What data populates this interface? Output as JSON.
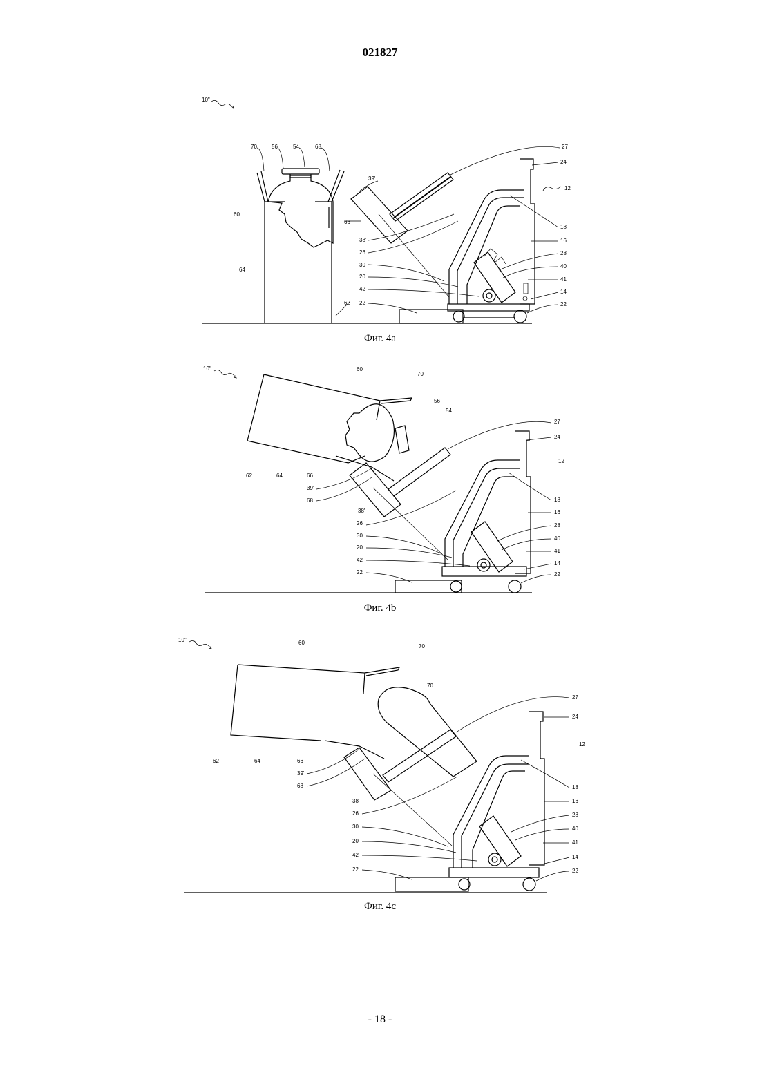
{
  "header": {
    "doc_number": "021827"
  },
  "figures": [
    {
      "caption": "Фиг. 4a",
      "labels": {
        "l10": "10\"",
        "l70": "70",
        "l56": "56",
        "l54": "54",
        "l68": "68",
        "l60": "60",
        "l66": "66",
        "l64": "64",
        "l62": "62",
        "l39": "39'",
        "l38": "38'",
        "l26": "26",
        "l30": "30",
        "l20": "20",
        "l42": "42",
        "l22a": "22",
        "l27": "27",
        "l24": "24",
        "l12": "12",
        "l18": "18",
        "l16": "16",
        "l28": "28",
        "l40": "40",
        "l41": "41",
        "l14": "14",
        "l22b": "22"
      }
    },
    {
      "caption": "Фиг. 4b",
      "labels": {
        "l10": "10\"",
        "l60": "60",
        "l70": "70",
        "l56": "56",
        "l54": "54",
        "l62": "62",
        "l64": "64",
        "l66": "66",
        "l39": "39'",
        "l68": "68",
        "l38": "38'",
        "l26": "26",
        "l30": "30",
        "l20": "20",
        "l42": "42",
        "l22a": "22",
        "l27": "27",
        "l24": "24",
        "l12": "12",
        "l18": "18",
        "l16": "16",
        "l28": "28",
        "l40": "40",
        "l41": "41",
        "l14": "14",
        "l22b": "22"
      }
    },
    {
      "caption": "Фиг. 4c",
      "labels": {
        "l10": "10\"",
        "l60": "60",
        "l70a": "70",
        "l70b": "70",
        "l62": "62",
        "l64": "64",
        "l66": "66",
        "l39": "39'",
        "l68": "68",
        "l38": "38'",
        "l26": "26",
        "l30": "30",
        "l20": "20",
        "l42": "42",
        "l22a": "22",
        "l27": "27",
        "l24": "24",
        "l12": "12",
        "l18": "18",
        "l16": "16",
        "l28": "28",
        "l40": "40",
        "l41": "41",
        "l14": "14",
        "l22b": "22"
      }
    }
  ],
  "footer": {
    "page_number": "- 18 -"
  }
}
